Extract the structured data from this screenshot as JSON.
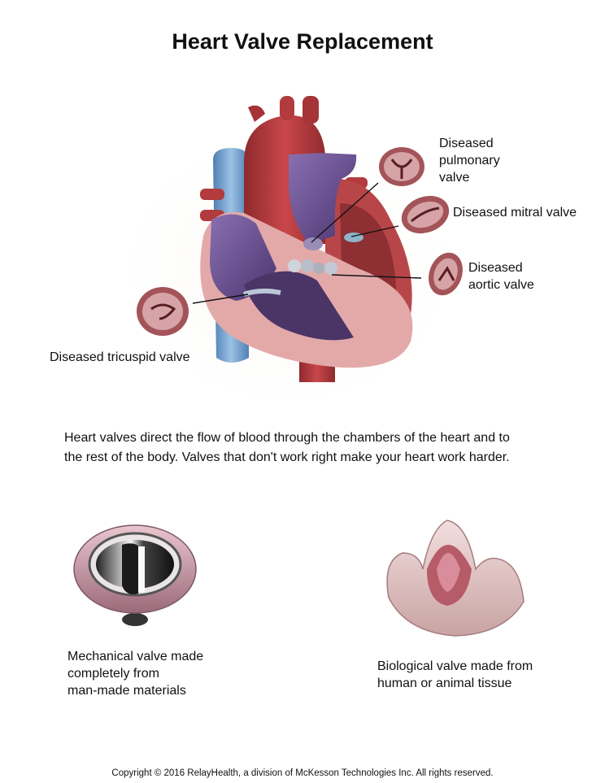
{
  "title": "Heart Valve Replacement",
  "labels": {
    "pulmonary": [
      "Diseased",
      "pulmonary",
      "valve"
    ],
    "mitral": [
      "Diseased mitral valve"
    ],
    "aortic": [
      "Diseased",
      "aortic valve"
    ],
    "tricuspid": [
      "Diseased tricuspid valve"
    ]
  },
  "description": [
    "Heart valves direct the flow of blood through the chambers of the heart and to",
    "the rest of the body. Valves that don't work right make your heart work harder."
  ],
  "mechanical_caption": [
    "Mechanical valve made",
    "completely from",
    "man-made materials"
  ],
  "biological_caption": [
    "Biological valve made from",
    "human or animal tissue"
  ],
  "copyright": "Copyright © 2016 RelayHealth, a division of McKesson Technologies Inc. All rights reserved.",
  "colors": {
    "artery_red": "#b83a3c",
    "vein_purple": "#6b4e8f",
    "vena_blue": "#6e9fcf",
    "tissue_pink": "#c98a8c",
    "valve_dark": "#8a3436"
  }
}
